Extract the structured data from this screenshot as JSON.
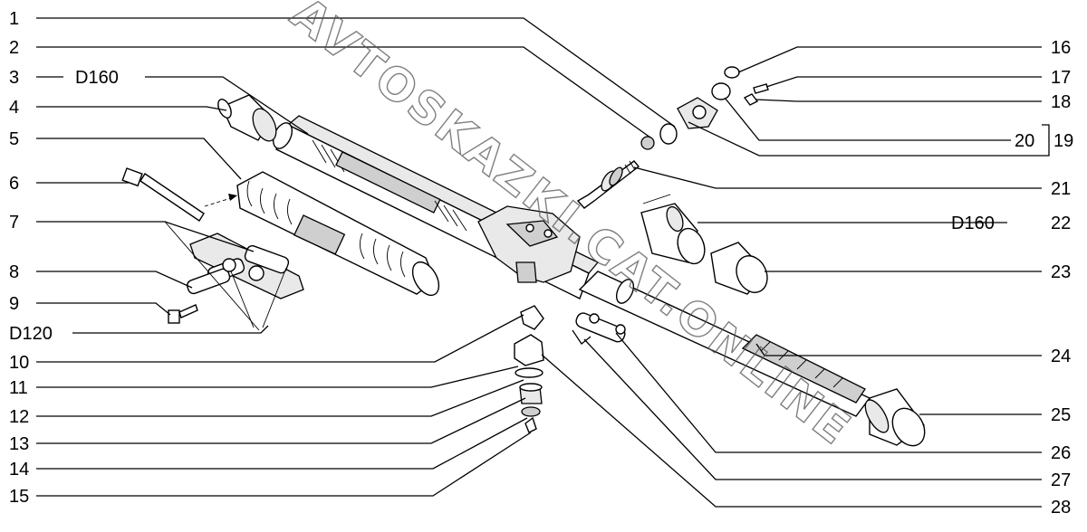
{
  "watermark": "AVTOSKAZKI.CAT.ONLINE",
  "labels": {
    "l1": "1",
    "l2": "2",
    "l3": "3",
    "l3b": "D160",
    "l4": "4",
    "l5": "5",
    "l6": "6",
    "l7": "7",
    "l8": "8",
    "l9": "9",
    "l9b": "D120",
    "l10": "10",
    "l11": "11",
    "l12": "12",
    "l13": "13",
    "l14": "14",
    "l15": "15",
    "l16": "16",
    "l17": "17",
    "l18": "18",
    "l19": "19",
    "l20": "20",
    "l21": "21",
    "l22": "22",
    "l22b": "D160",
    "l23": "23",
    "l24": "24",
    "l25": "25",
    "l26": "26",
    "l27": "27",
    "l28": "28"
  }
}
